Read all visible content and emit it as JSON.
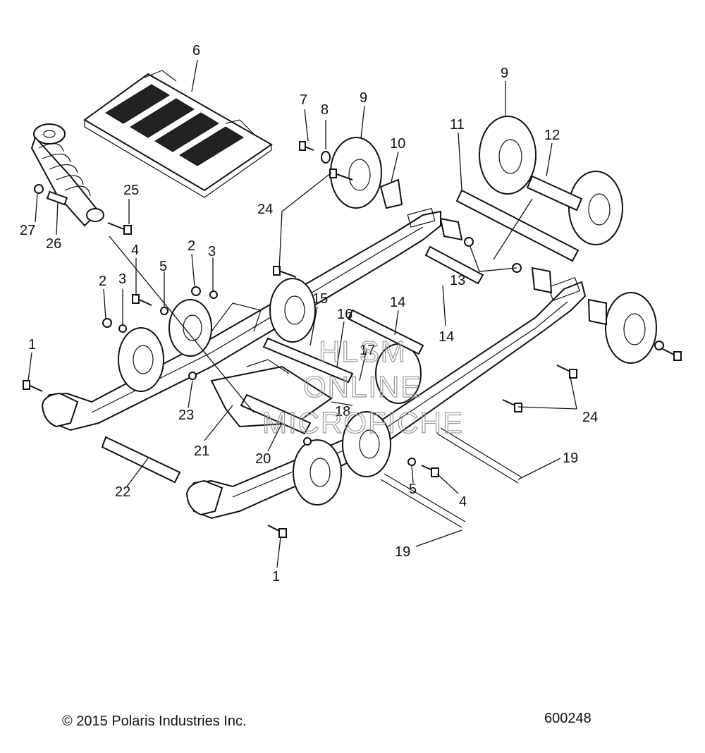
{
  "callouts": {
    "c1a": "1",
    "c1b": "1",
    "c2a": "2",
    "c2b": "2",
    "c3a": "3",
    "c3b": "3",
    "c4a": "4",
    "c4b": "4",
    "c5a": "5",
    "c5b": "5",
    "c6": "6",
    "c7": "7",
    "c8": "8",
    "c9a": "9",
    "c9b": "9",
    "c10": "10",
    "c11": "11",
    "c12": "12",
    "c13": "13",
    "c14a": "14",
    "c14b": "14",
    "c15": "15",
    "c16": "16",
    "c17": "17",
    "c18": "18",
    "c19a": "19",
    "c19b": "19",
    "c20": "20",
    "c21": "21",
    "c22": "22",
    "c23": "23",
    "c24a": "24",
    "c24b": "24",
    "c25": "25",
    "c26": "26",
    "c27": "27"
  },
  "watermark": {
    "line1": "HLSM",
    "line2": "ONLINE",
    "line3": "MICROFICHE"
  },
  "footer": {
    "copyright": "© 2015 Polaris Industries Inc.",
    "drawing_number": "600248"
  }
}
